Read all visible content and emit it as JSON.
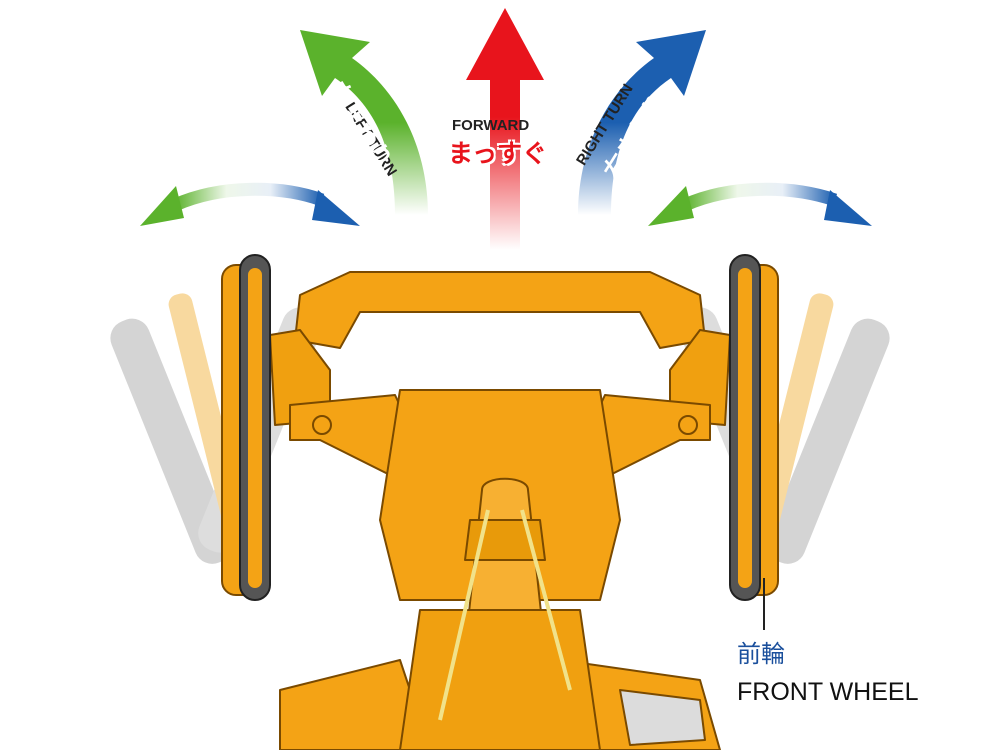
{
  "labels": {
    "forward_en": "FORWARD",
    "forward_jp": "まっすぐ",
    "left_en": "LEFT TURN",
    "left_jp": "左まわり",
    "right_en": "RIGHT TURN",
    "right_jp": "右まわり",
    "front_wheel_jp": "前輪",
    "front_wheel_en": "FRONT WHEEL"
  },
  "colors": {
    "forward": "#e8141c",
    "left": "#5bb22c",
    "right": "#1c5fb0",
    "chassis": "#f4a315",
    "chassis_outline": "#7a4a00",
    "tire": "#555555",
    "ghost": "#b8b8b8",
    "callout": "#1a4f9c"
  },
  "icons": {
    "forward": "up-arrow-icon",
    "left": "curved-left-arrow-icon",
    "right": "curved-right-arrow-icon",
    "swing_left": "double-arc-arrow-icon",
    "swing_right": "double-arc-arrow-icon"
  }
}
